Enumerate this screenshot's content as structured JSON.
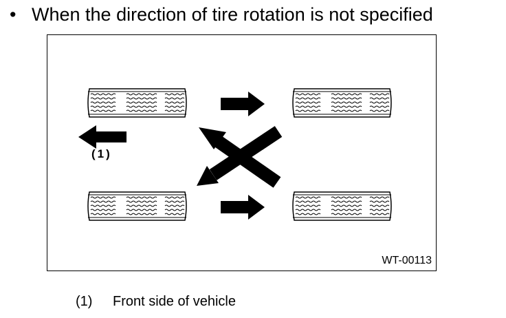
{
  "heading": {
    "bullet": "•",
    "text": "When the direction of tire rotation is not specified"
  },
  "figure": {
    "code": "WT-00113",
    "marker": "(1)",
    "icons": [
      "tire-icon",
      "arrow-icon"
    ]
  },
  "legend": {
    "items": [
      {
        "num": "(1)",
        "text": "Front side of vehicle"
      }
    ]
  }
}
